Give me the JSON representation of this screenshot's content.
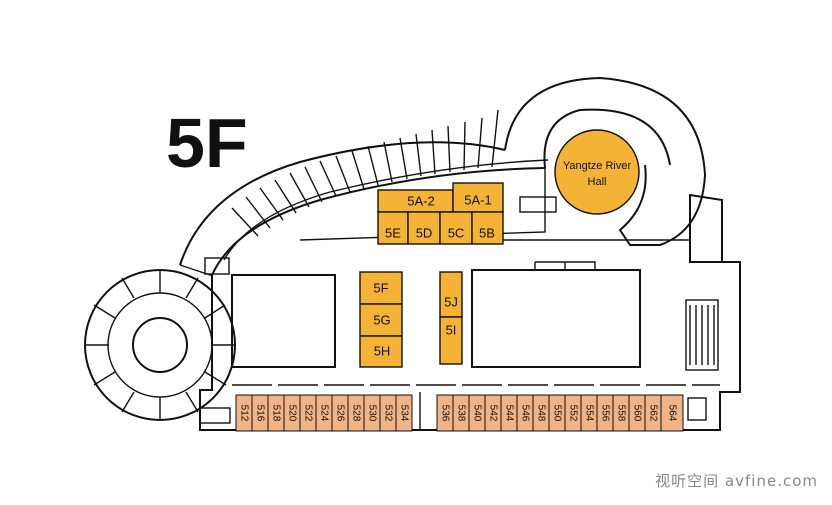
{
  "title": "5F",
  "hall": {
    "line1": "Yangtze River",
    "line2": "Hall"
  },
  "main_rooms": [
    "5A-2",
    "5A-1",
    "5E",
    "5D",
    "5C",
    "5B",
    "5F",
    "5G",
    "5H",
    "5J",
    "5I"
  ],
  "small_rooms_left": [
    "512",
    "516",
    "518",
    "520",
    "522",
    "524",
    "526",
    "528",
    "530",
    "532",
    "534"
  ],
  "small_rooms_right": [
    "536",
    "538",
    "540",
    "542",
    "544",
    "546",
    "548",
    "550",
    "552",
    "554",
    "556",
    "558",
    "560",
    "562",
    "564"
  ],
  "watermark": "视听空间 avfine.com",
  "colors": {
    "main_room": "#f5b335",
    "small_room": "#f0b488",
    "outline": "#111111"
  }
}
